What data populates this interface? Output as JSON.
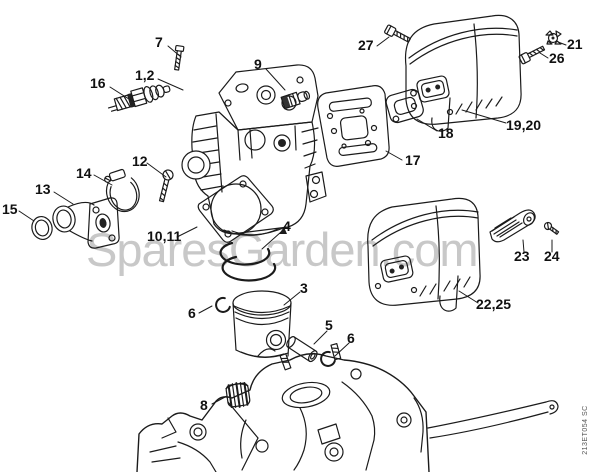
{
  "watermark": {
    "text": "SparesGarden.com",
    "color": "#c8c8c8"
  },
  "doc_code": {
    "text": "213ET054 SC"
  },
  "diagram": {
    "kind": "exploded-parts-diagram",
    "line_color": "#1b1b1b",
    "background": "#ffffff"
  },
  "labels": [
    {
      "text": "7",
      "part": "cylinder-screw"
    },
    {
      "text": "1,2",
      "part": "cylinder"
    },
    {
      "text": "16",
      "part": "spark-plug"
    },
    {
      "text": "9",
      "part": "plug"
    },
    {
      "text": "27",
      "part": "muffler-screw-upper"
    },
    {
      "text": "21",
      "part": "spike-nut"
    },
    {
      "text": "26",
      "part": "muffler-screw-front"
    },
    {
      "text": "19,20",
      "part": "muffler-upper"
    },
    {
      "text": "18",
      "part": "exhaust-gasket"
    },
    {
      "text": "17",
      "part": "heat-shield-plate"
    },
    {
      "text": "12",
      "part": "manifold-screw"
    },
    {
      "text": "14",
      "part": "hose-clamp"
    },
    {
      "text": "13",
      "part": "intake-manifold"
    },
    {
      "text": "15",
      "part": "sealing-ring"
    },
    {
      "text": "10,11",
      "part": "cylinder-base-gasket"
    },
    {
      "text": "4",
      "part": "piston-rings"
    },
    {
      "text": "6",
      "part": "circlip-left"
    },
    {
      "text": "3",
      "part": "piston"
    },
    {
      "text": "5",
      "part": "wrist-pin"
    },
    {
      "text": "6",
      "part": "circlip-right"
    },
    {
      "text": "8",
      "part": "needle-bearing"
    },
    {
      "text": "22,25",
      "part": "muffler-lower"
    },
    {
      "text": "23",
      "part": "spark-arrester"
    },
    {
      "text": "24",
      "part": "arrester-screw"
    }
  ]
}
